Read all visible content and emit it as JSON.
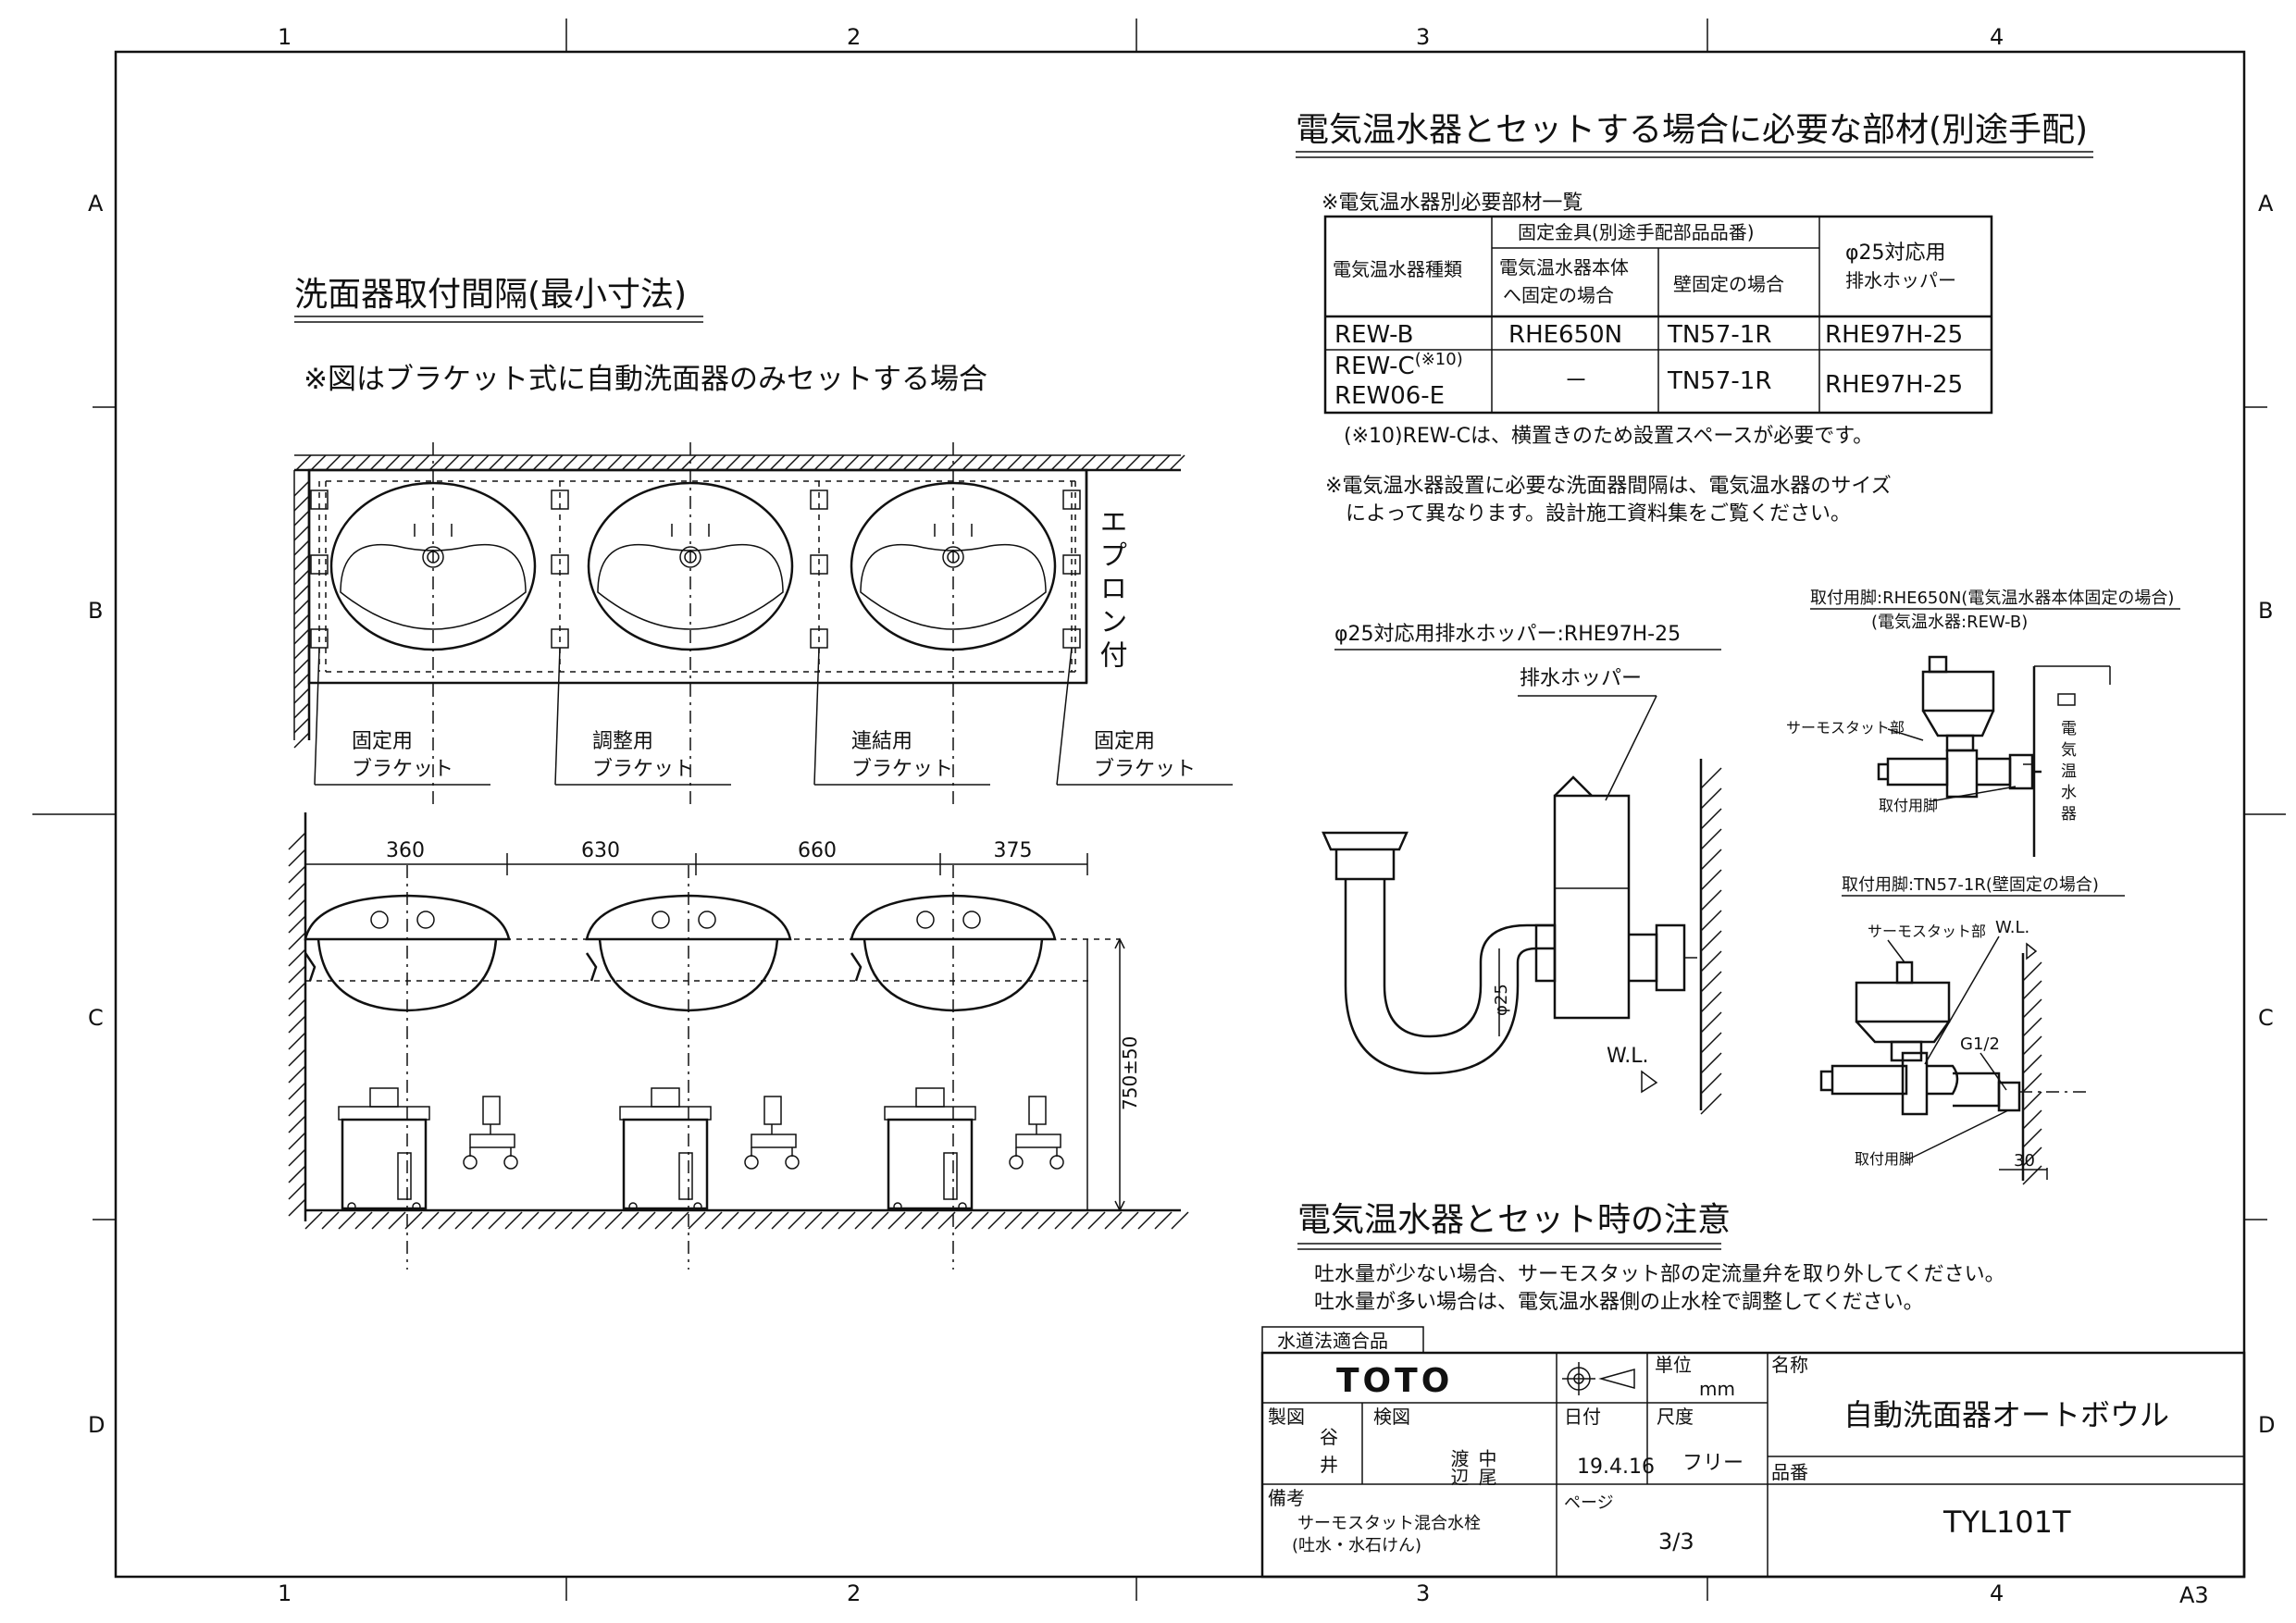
{
  "frame": {
    "cols": [
      "1",
      "2",
      "3",
      "4"
    ],
    "rows": [
      "A",
      "B",
      "C",
      "D"
    ],
    "paper": "A3"
  },
  "left": {
    "title": "洗面器取付間隔(最小寸法)",
    "note": "※図はブラケット式に自動洗面器のみセットする場合",
    "apron_label": "エプロン付",
    "brackets": [
      {
        "l1": "固定用",
        "l2": "ブラケット"
      },
      {
        "l1": "調整用",
        "l2": "ブラケット"
      },
      {
        "l1": "連結用",
        "l2": "ブラケット"
      },
      {
        "l1": "固定用",
        "l2": "ブラケット"
      }
    ],
    "dims": [
      "360",
      "630",
      "660",
      "375"
    ],
    "height_dim": "750±50"
  },
  "right": {
    "title": "電気温水器とセットする場合に必要な部材(別途手配)",
    "table_caption": "※電気温水器別必要部材一覧",
    "table": {
      "h_type": "電気温水器種類",
      "h_fix": "固定金具(別途手配部品品番)",
      "h_body": "電気温水器本体へ固定の場合",
      "h_wall": "壁固定の場合",
      "h_hopper": "φ25対応用排水ホッパー",
      "rows": [
        {
          "type": "REW-B",
          "body": "RHE650N",
          "wall": "TN57-1R",
          "hopper": "RHE97H-25"
        },
        {
          "type": "REW-C(※10)\nREW06-E",
          "body": "－",
          "wall": "TN57-1R",
          "hopper": "RHE97H-25"
        }
      ]
    },
    "note10": "(※10)REW-Cは、横置きのため設置スペースが必要です。",
    "note_spacing_1": "※電気温水器設置に必要な洗面器間隔は、電気温水器のサイズ",
    "note_spacing_2": "によって異なります。設計施工資料集をご覧ください。",
    "hopper_title": "φ25対応用排水ホッパー:RHE97H-25",
    "hopper_label": "排水ホッパー",
    "phi25": "φ25",
    "wl": "W.L.",
    "fix1_title": "取付用脚:RHE650N(電気温水器本体固定の場合)",
    "fix1_sub": "(電気温水器:REW-B)",
    "thermo": "サーモスタット部",
    "leg": "取付用脚",
    "heater_v": "電気温水器",
    "fix2_title": "取付用脚:TN57-1R(壁固定の場合)",
    "g12": "G1/2",
    "dim30": "30"
  },
  "caution": {
    "title": "電気温水器とセット時の注意",
    "line1": "吐水量が少ない場合、サーモスタット部の定流量弁を取り外してください。",
    "line2": "吐水量が多い場合は、電気温水器側の止水栓で調整してください。"
  },
  "titleblock": {
    "stamp": "水道法適合品",
    "logo": "TOTO",
    "unit_label": "単位",
    "unit": "mm",
    "name_label": "名称",
    "name": "自動洗面器オートボウル",
    "drawn_label": "製図",
    "drawn": "谷井",
    "checked_label": "検図",
    "checked_a": "渡辺",
    "checked_b": "中尾",
    "date_label": "日付",
    "date": "19.4.16",
    "scale_label": "尺度",
    "scale": "フリー",
    "part_label": "品番",
    "part": "TYL101T",
    "remarks_label": "備考",
    "remarks_1": "サーモスタット混合水栓",
    "remarks_2": "(吐水・水石けん)",
    "page_label": "ページ",
    "page": "3/3"
  }
}
